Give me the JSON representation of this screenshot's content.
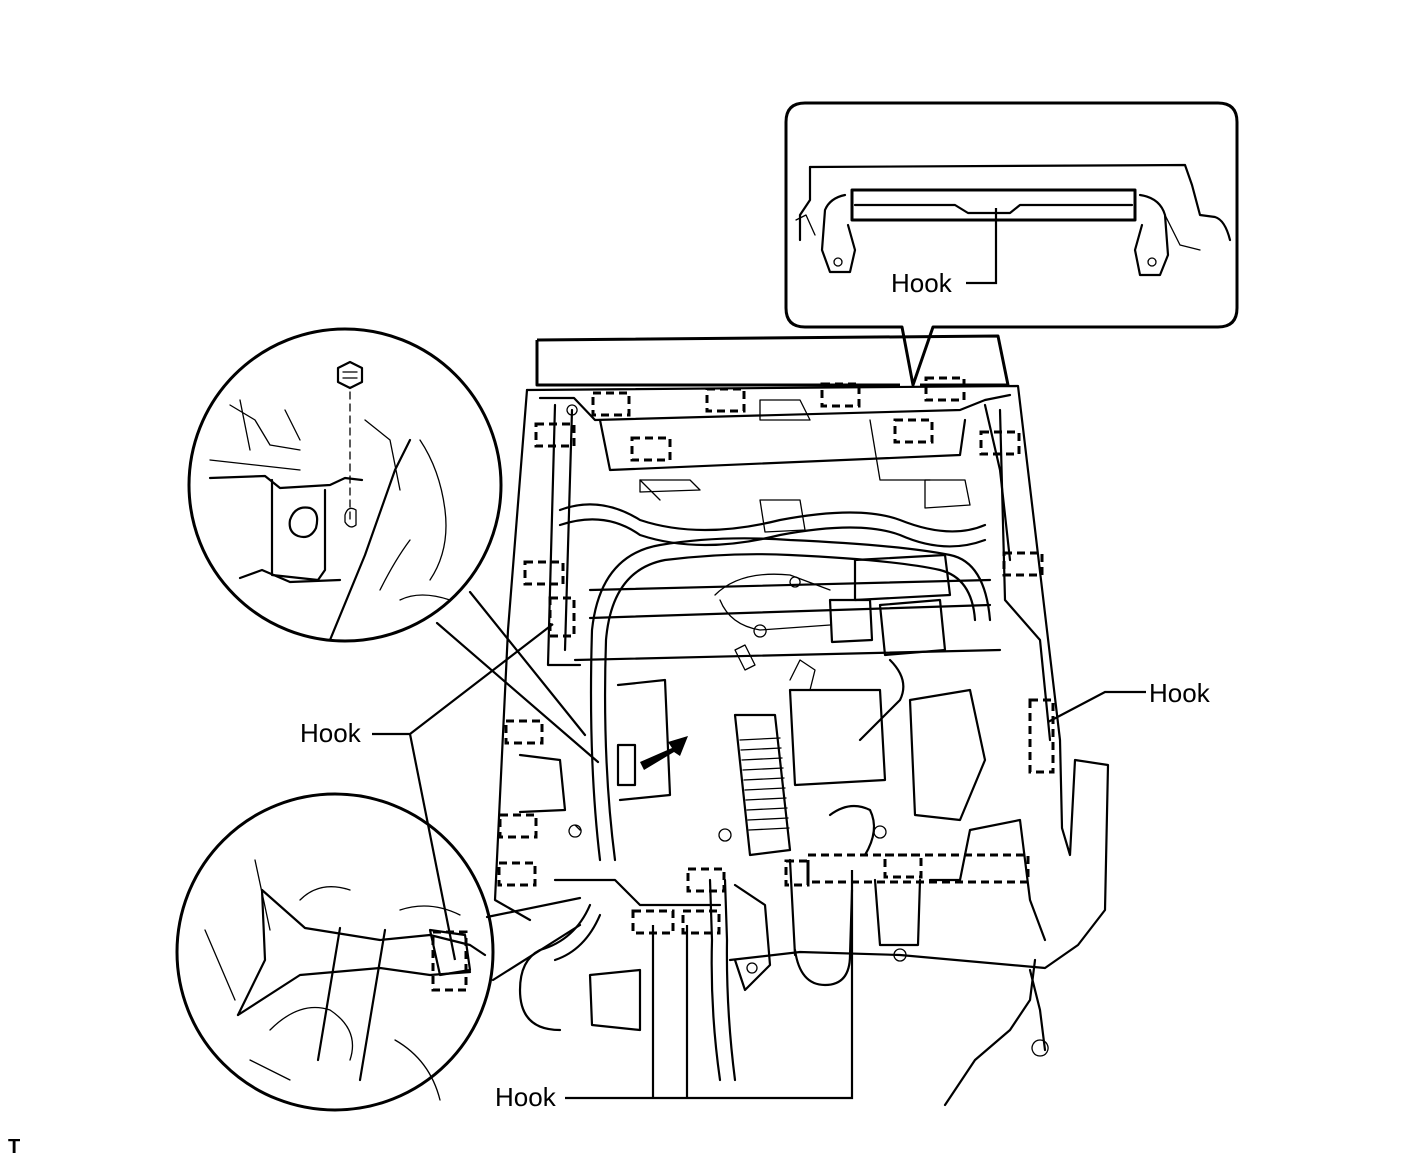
{
  "labels": {
    "hook_inset": "Hook",
    "hook_left": "Hook",
    "hook_right": "Hook",
    "hook_bottom": "Hook"
  },
  "footer_code": "T"
}
